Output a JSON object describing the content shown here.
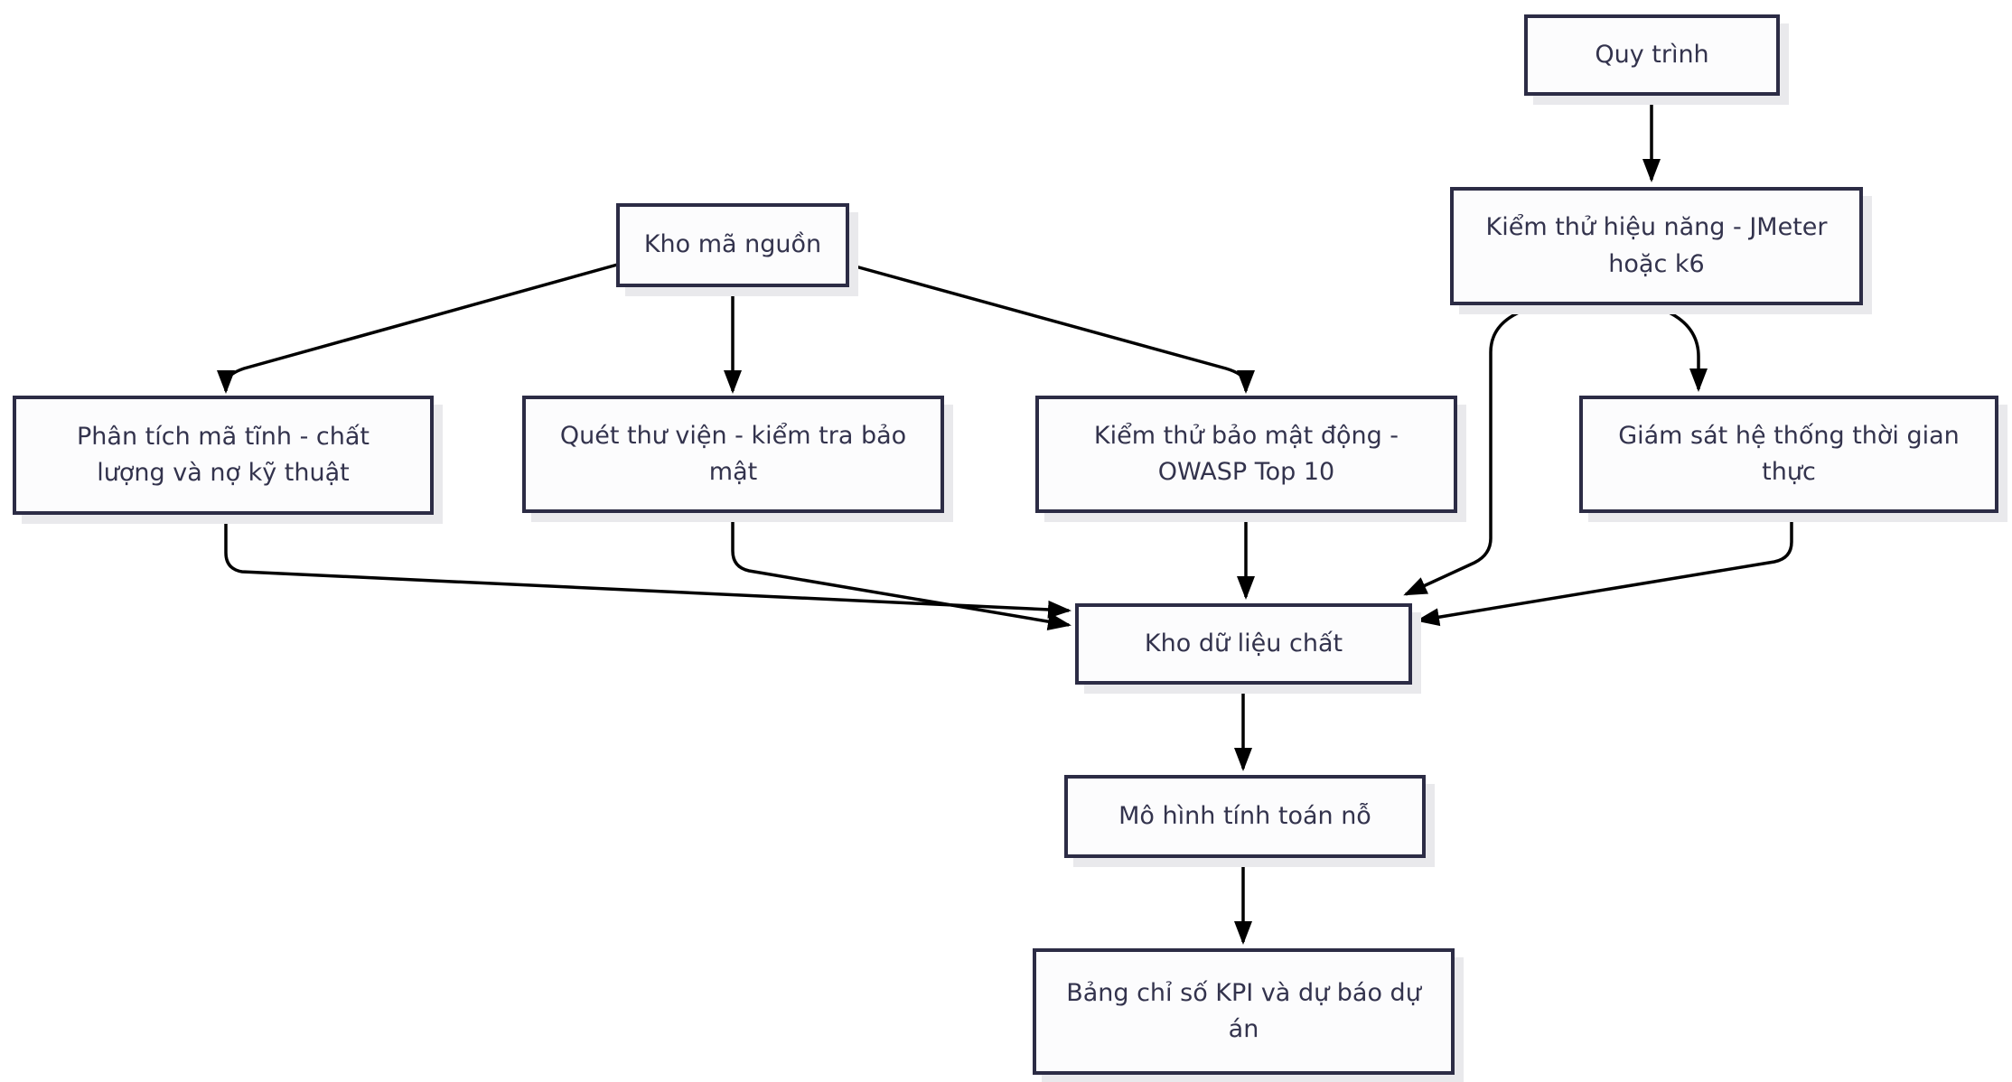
{
  "diagram": {
    "type": "flowchart",
    "direction": "top-down",
    "nodes": [
      {
        "id": "quy-trinh",
        "label": "Quy trình"
      },
      {
        "id": "kiem-thu-hieu-nang",
        "label": "Kiểm thử hiệu năng - JMeter hoặc k6"
      },
      {
        "id": "kho-ma-nguon",
        "label": "Kho mã nguồn"
      },
      {
        "id": "phan-tich-ma-tinh",
        "label": "Phân tích mã tĩnh - chất lượng và nợ kỹ thuật"
      },
      {
        "id": "quet-thu-vien",
        "label": "Quét thư viện - kiểm tra bảo mật"
      },
      {
        "id": "kiem-thu-bao-mat-dong",
        "label": "Kiểm thử bảo mật động - OWASP Top 10"
      },
      {
        "id": "giam-sat-he-thong",
        "label": "Giám sát hệ thống thời gian thực"
      },
      {
        "id": "kho-du-lieu-chat",
        "label": "Kho dữ liệu chất"
      },
      {
        "id": "mo-hinh-tinh-toan",
        "label": "Mô hình tính toán nỗ"
      },
      {
        "id": "bang-chi-so-kpi",
        "label": "Bảng chỉ số KPI và dự báo dự án"
      }
    ],
    "edges": [
      {
        "from": "quy-trinh",
        "to": "kiem-thu-hieu-nang"
      },
      {
        "from": "kho-ma-nguon",
        "to": "phan-tich-ma-tinh"
      },
      {
        "from": "kho-ma-nguon",
        "to": "quet-thu-vien"
      },
      {
        "from": "kho-ma-nguon",
        "to": "kiem-thu-bao-mat-dong"
      },
      {
        "from": "kiem-thu-hieu-nang",
        "to": "kho-du-lieu-chat"
      },
      {
        "from": "kiem-thu-hieu-nang",
        "to": "giam-sat-he-thong"
      },
      {
        "from": "phan-tich-ma-tinh",
        "to": "kho-du-lieu-chat"
      },
      {
        "from": "quet-thu-vien",
        "to": "kho-du-lieu-chat"
      },
      {
        "from": "kiem-thu-bao-mat-dong",
        "to": "kho-du-lieu-chat"
      },
      {
        "from": "giam-sat-he-thong",
        "to": "kho-du-lieu-chat"
      },
      {
        "from": "kho-du-lieu-chat",
        "to": "mo-hinh-tinh-toan"
      },
      {
        "from": "mo-hinh-tinh-toan",
        "to": "bang-chi-so-kpi"
      }
    ],
    "colors": {
      "node_border": "#2c2c45",
      "node_fill": "#fcfcfd",
      "node_text": "#33334d",
      "node_shadow": "#e9e9ec",
      "edge": "#000000",
      "background": "#ffffff"
    }
  }
}
